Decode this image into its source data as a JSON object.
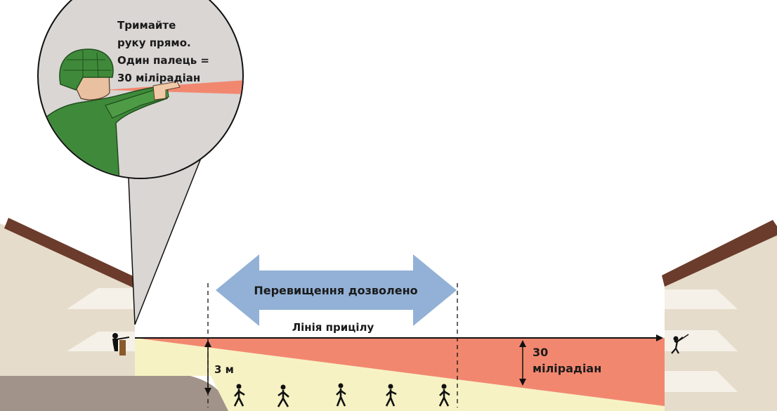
{
  "bubble": {
    "text_lines": [
      "Тримайте",
      "руку прямо.",
      "Один палець =",
      "30 мілірадіан"
    ]
  },
  "arrow_label": "Перевищення дозволено",
  "sight_line_label": "Лінія прицілу",
  "height_label": "3 м",
  "angle_label_lines": [
    "30",
    "мілірадіан"
  ],
  "colors": {
    "danger_zone": "#f2876f",
    "safe_zone": "#f7f2c4",
    "arrow_fill": "#93b1d6",
    "building": "#e6dccb",
    "roof": "#6b3b2c",
    "ground": "#a2938a",
    "soldier_green": "#3f8a3a"
  }
}
